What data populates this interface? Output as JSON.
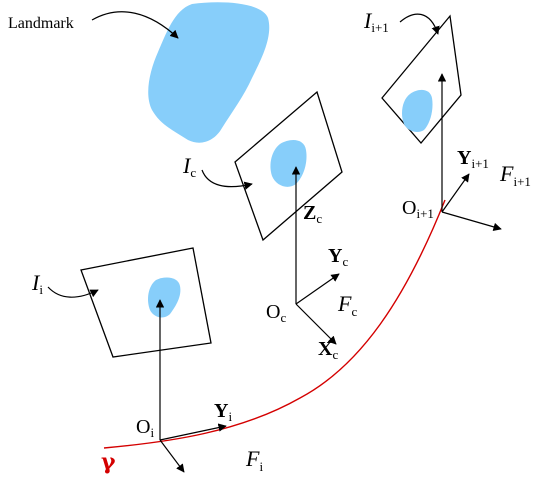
{
  "colors": {
    "landmark_fill": "#87cefa",
    "trajectory": "#d40000",
    "lines": "#000000"
  },
  "labels": {
    "landmark": "Landmark",
    "gamma": "γ",
    "image_i": {
      "main": "I",
      "sub": "i"
    },
    "image_c": {
      "main": "I",
      "sub": "c"
    },
    "image_i1": {
      "main": "I",
      "sub": "i+1"
    },
    "origin_i": {
      "main": "O",
      "sub": "i"
    },
    "origin_c": {
      "main": "O",
      "sub": "c"
    },
    "origin_i1": {
      "main": "O",
      "sub": "i+1"
    },
    "axis_yi": {
      "main": "Y",
      "sub": "i"
    },
    "axis_yc": {
      "main": "Y",
      "sub": "c"
    },
    "axis_xc": {
      "main": "X",
      "sub": "c"
    },
    "axis_zc": {
      "main": "Z",
      "sub": "c"
    },
    "axis_yi1": {
      "main": "Y",
      "sub": "i+1"
    },
    "frame_i": {
      "main": "F",
      "sub": "i"
    },
    "frame_c": {
      "main": "F",
      "sub": "c"
    },
    "frame_i1": {
      "main": "F",
      "sub": "i+1"
    }
  }
}
